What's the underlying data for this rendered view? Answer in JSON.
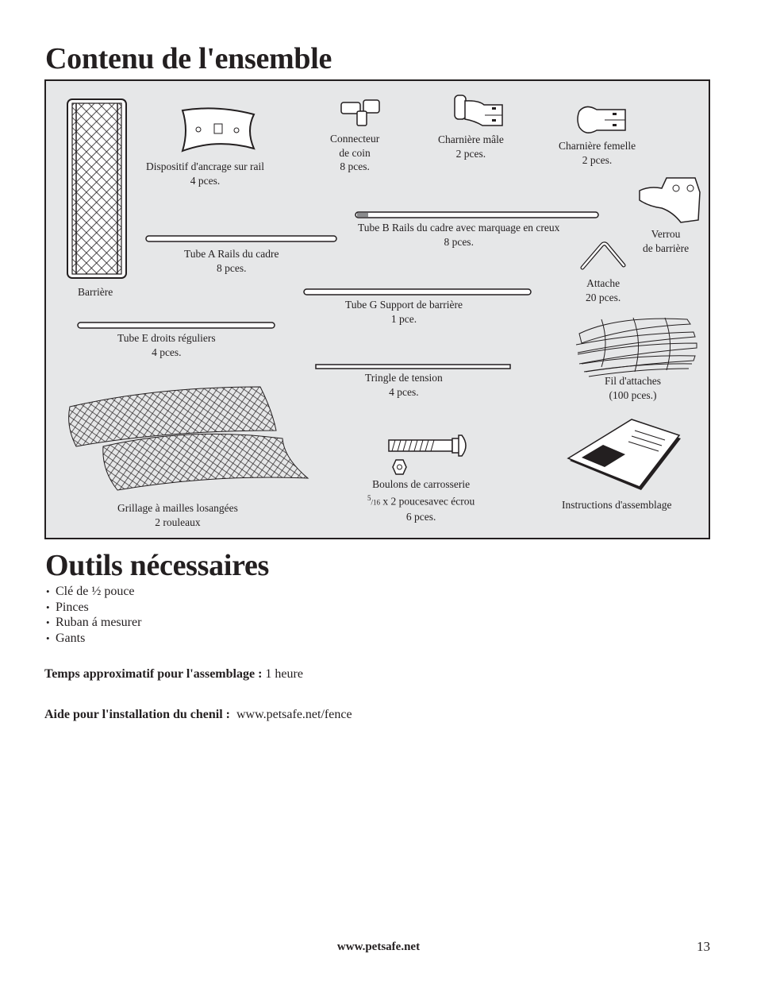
{
  "title_contents": "Contenu de l'ensemble",
  "parts": {
    "barrier": "Barrière",
    "rail_anchor": [
      "Dispositif d'ancrage sur rail",
      "4 pces."
    ],
    "corner_connector": [
      "Connecteur",
      "de coin",
      "8 pces."
    ],
    "male_hinge": [
      "Charnière mâle",
      "2 pces."
    ],
    "female_hinge": [
      "Charnière femelle",
      "2 pces."
    ],
    "tube_b": [
      "Tube B Rails du cadre avec marquage en creux",
      "8 pces."
    ],
    "gate_latch": [
      "Verrou",
      "de barrière"
    ],
    "tube_a": [
      "Tube A Rails du cadre",
      "8 pces."
    ],
    "clip": [
      "Attache",
      "20 pces."
    ],
    "tube_g": [
      "Tube G Support de barrière",
      "1 pce."
    ],
    "tube_e": [
      "Tube E droits réguliers",
      "4 pces."
    ],
    "tension_rod": [
      "Tringle de tension",
      "4 pces."
    ],
    "tie_wire": [
      "Fil d'attaches",
      "(100 pces.)"
    ],
    "mesh": [
      "Grillage à mailles losangées",
      "2 rouleaux"
    ],
    "bolts": {
      "line1": "Boulons de carrosserie",
      "frac_num": "5",
      "frac_den": "16",
      "line2_rest": " x 2 poucesavec écrou",
      "line3": "6 pces."
    },
    "instructions": "Instructions d'assemblage"
  },
  "title_tools": "Outils nécessaires",
  "tools": [
    "Clé de ½ pouce",
    "Pinces",
    "Ruban á mesurer",
    "Gants"
  ],
  "assembly_time": {
    "label": "Temps approximatif pour l'assemblage :",
    "value": "1 heure"
  },
  "install_help": {
    "label": "Aide pour l'installation du chenil :",
    "value": "www.petsafe.net/fence"
  },
  "footer_url": "www.petsafe.net",
  "page_number": "13"
}
